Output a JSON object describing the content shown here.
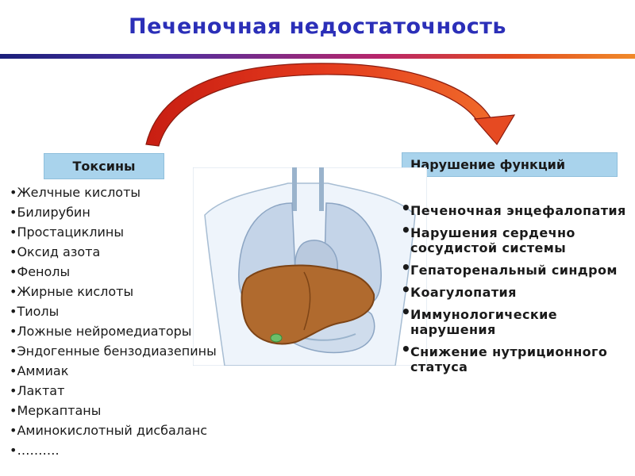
{
  "title": "Печеночная недостаточность",
  "toxins": {
    "header": "Токсины",
    "items": [
      "Желчные кислоты",
      "Билирубин",
      "Простациклины",
      "Оксид азота",
      "Фенолы",
      "Жирные кислоты",
      "Тиолы",
      "Ложные нейромедиаторы",
      "Эндогенные бензодиазепины",
      "Аммиак",
      "Лактат",
      "Меркаптаны",
      "Аминокислотный дисбаланс",
      "………."
    ]
  },
  "functions": {
    "header": "Нарушение функций",
    "items": [
      "Печеночная энцефалопатия",
      "Нарушения сердечно сосудистой системы",
      "Гепаторенальный синдром",
      "Коагулопатия",
      "Иммунологические нарушения",
      "Снижение нутриционного статуса"
    ]
  },
  "colors": {
    "title": "#2b2fb8",
    "header_box": "#a9d3ec",
    "arrow": "#d8321a",
    "liver": "#b06a2e"
  },
  "icons": [
    "curved-arrow",
    "torso-anatomy",
    "liver",
    "lungs",
    "heart",
    "stomach"
  ]
}
